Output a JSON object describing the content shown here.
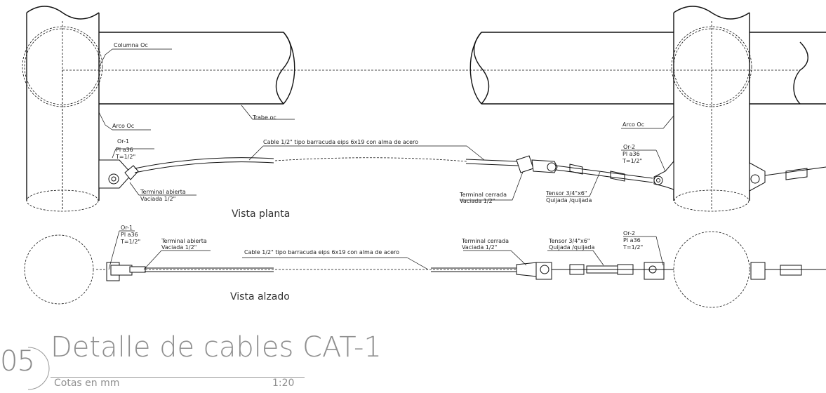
{
  "detail": {
    "number": "05",
    "title": "Detalle de cables CAT-1",
    "units": "Cotas en mm",
    "scale": "1:20"
  },
  "views": {
    "plan": "Vista planta",
    "elevation": "Vista alzado"
  },
  "labels": {
    "columna": "Columna Oc",
    "trabe": "Trabe oc",
    "arco_left": "Arco Oc",
    "arco_right": "Arco Oc",
    "cable": "Cable 1/2\" tipo barracuda eips 6x19 con alma de acero",
    "or1": "Or-1",
    "or2": "Or-2",
    "pl": "Pl a36",
    "t": "T=1/2\"",
    "term_abierta": "Terminal abierta",
    "term_cerrada": "Terminal cerrada",
    "vaciada": "Vaciada 1/2\"",
    "tensor": "Tensor 3/4\"x6\"",
    "quijada": "Quijada /quijada"
  }
}
